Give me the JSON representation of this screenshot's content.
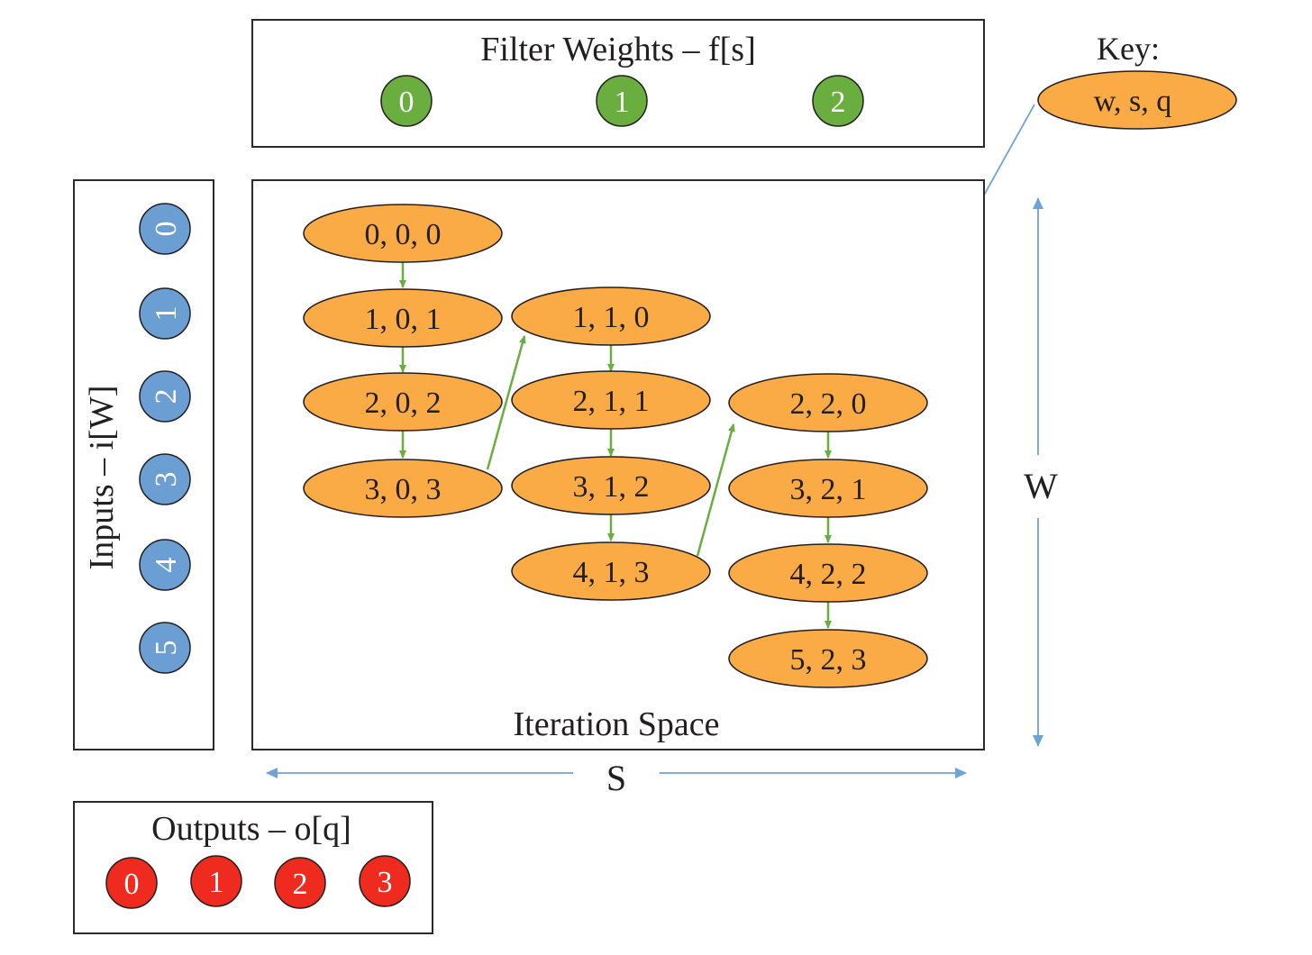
{
  "filter": {
    "title": "Filter Weights – f[s]",
    "values": [
      "0",
      "1",
      "2"
    ]
  },
  "key": {
    "title": "Key:",
    "label": "w, s, q"
  },
  "inputs": {
    "title": "Inputs – i[W]",
    "values": [
      "0",
      "1",
      "2",
      "3",
      "4",
      "5"
    ]
  },
  "iteration": {
    "title": "Iteration Space",
    "nodes": [
      "0, 0, 0",
      "1, 0, 1",
      "2, 0, 2",
      "3, 0, 3",
      "1, 1, 0",
      "2, 1, 1",
      "3, 1, 2",
      "4, 1, 3",
      "2, 2, 0",
      "3, 2, 1",
      "4, 2, 2",
      "5, 2, 3"
    ]
  },
  "axes": {
    "w_label": "W",
    "s_label": "S"
  },
  "outputs": {
    "title": "Outputs – o[q]",
    "values": [
      "0",
      "1",
      "2",
      "3"
    ]
  },
  "colors": {
    "node_fill": "#fbab45",
    "filter_circle": "#6aae40",
    "input_circle": "#6b9fd4",
    "output_circle": "#ee2b1e",
    "dependency_arrow": "#6aae40",
    "axis_arrow": "#6fa3d6"
  }
}
